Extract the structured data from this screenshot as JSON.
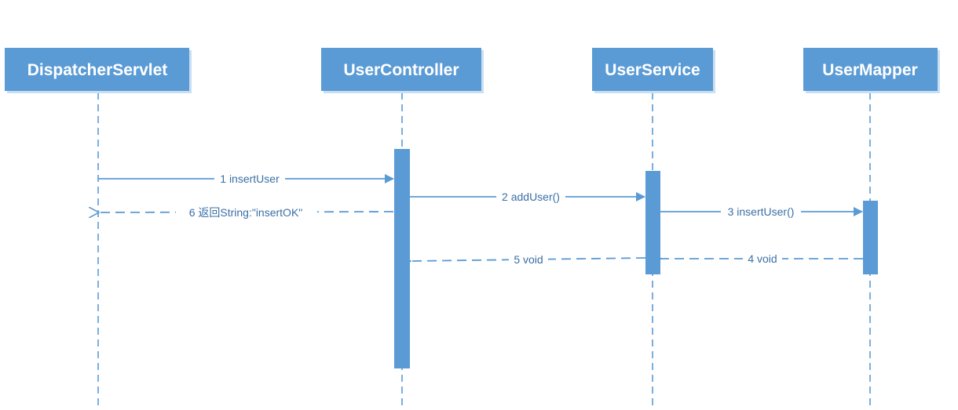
{
  "colors": {
    "box_fill": "#5b9bd5",
    "box_shadow": "#c9dff2",
    "line": "#5b9bd5",
    "label_text": "#3a6fa5",
    "header_text": "#ffffff"
  },
  "participants": [
    {
      "id": "dispatcher",
      "label": "DispatcherServlet"
    },
    {
      "id": "controller",
      "label": "UserController"
    },
    {
      "id": "service",
      "label": "UserService"
    },
    {
      "id": "mapper",
      "label": "UserMapper"
    }
  ],
  "messages": [
    {
      "label": "1 insertUser",
      "from": "dispatcher",
      "to": "controller",
      "kind": "call"
    },
    {
      "label": "2 addUser()",
      "from": "controller",
      "to": "service",
      "kind": "call"
    },
    {
      "label": "3 insertUser()",
      "from": "service",
      "to": "mapper",
      "kind": "call"
    },
    {
      "label": "4 void",
      "from": "mapper",
      "to": "service",
      "kind": "return"
    },
    {
      "label": "5 void",
      "from": "service",
      "to": "controller",
      "kind": "return"
    },
    {
      "label": "6 返回String:\"insertOK\"",
      "from": "controller",
      "to": "dispatcher",
      "kind": "return"
    }
  ]
}
